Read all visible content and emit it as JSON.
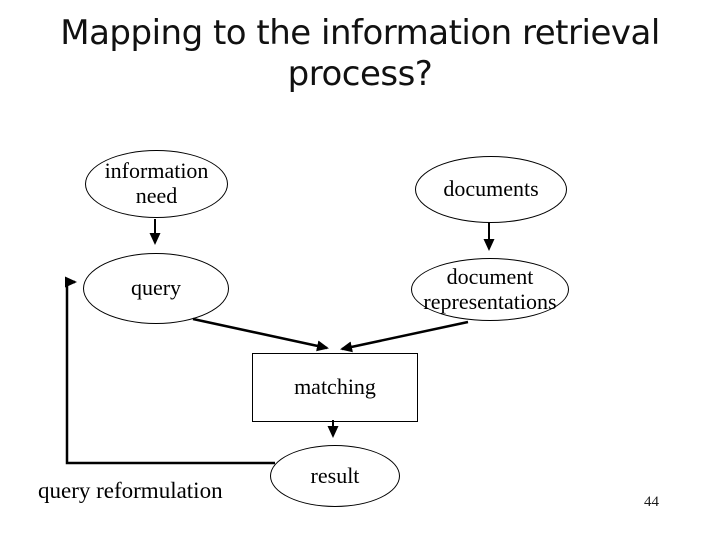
{
  "slide": {
    "title": {
      "line1": "Mapping to the information retrieval",
      "line2": "process?"
    },
    "page_number": "44",
    "colors": {
      "background": "#ffffff",
      "title_text": "#111111",
      "diagram_stroke": "#000000",
      "diagram_text": "#000000"
    }
  },
  "diagram": {
    "nodes": {
      "information_need": {
        "label": "information need",
        "shape": "ellipse"
      },
      "documents": {
        "label": "documents",
        "shape": "ellipse"
      },
      "query": {
        "label": "query",
        "shape": "ellipse"
      },
      "document_representations": {
        "label": "document representations",
        "shape": "ellipse"
      },
      "matching": {
        "label": "matching",
        "shape": "rectangle"
      },
      "result": {
        "label": "result",
        "shape": "ellipse"
      },
      "query_reformulation": {
        "label": "query reformulation",
        "shape": "text-label"
      }
    },
    "edges": [
      {
        "from": "information_need",
        "to": "query",
        "type": "arrow"
      },
      {
        "from": "documents",
        "to": "document_representations",
        "type": "arrow"
      },
      {
        "from": "query",
        "to": "matching",
        "type": "arrow"
      },
      {
        "from": "document_representations",
        "to": "matching",
        "type": "arrow"
      },
      {
        "from": "matching",
        "to": "result",
        "type": "arrow"
      },
      {
        "from": "result",
        "to": "query",
        "label_node": "query_reformulation",
        "type": "feedback-arrow"
      }
    ]
  }
}
